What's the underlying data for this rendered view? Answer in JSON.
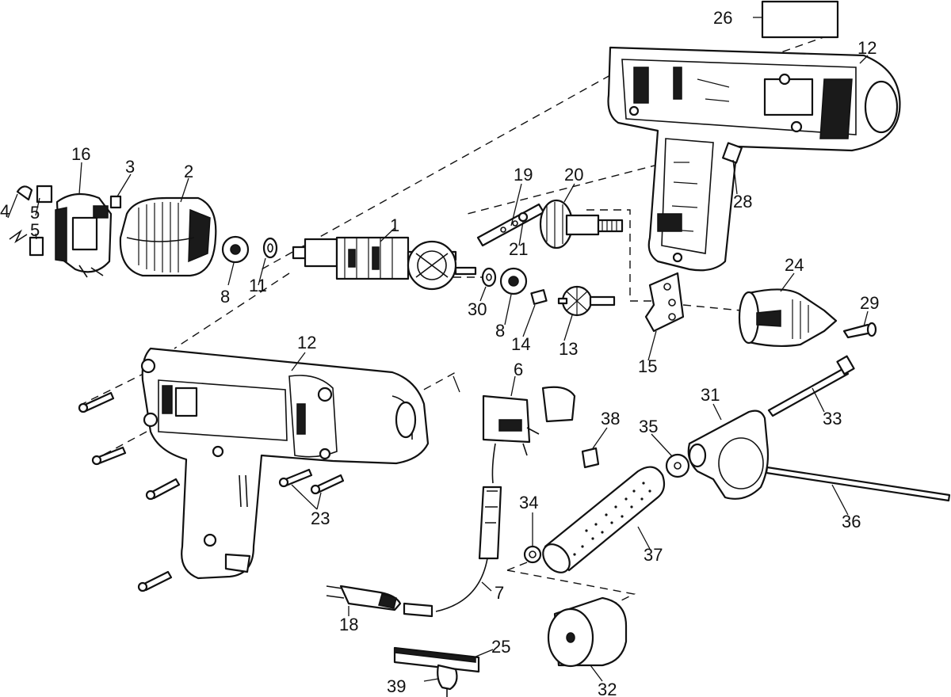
{
  "diagram": {
    "labels": [
      {
        "id": "p1",
        "text": "1"
      },
      {
        "id": "p2",
        "text": "2"
      },
      {
        "id": "p3",
        "text": "3"
      },
      {
        "id": "p4",
        "text": "4"
      },
      {
        "id": "p5a",
        "text": "5"
      },
      {
        "id": "p5b",
        "text": "5"
      },
      {
        "id": "p6",
        "text": "6"
      },
      {
        "id": "p7",
        "text": "7"
      },
      {
        "id": "p8a",
        "text": "8"
      },
      {
        "id": "p8b",
        "text": "8"
      },
      {
        "id": "p11",
        "text": "11"
      },
      {
        "id": "p12a",
        "text": "12"
      },
      {
        "id": "p12b",
        "text": "12"
      },
      {
        "id": "p13",
        "text": "13"
      },
      {
        "id": "p14",
        "text": "14"
      },
      {
        "id": "p15",
        "text": "15"
      },
      {
        "id": "p16",
        "text": "16"
      },
      {
        "id": "p18",
        "text": "18"
      },
      {
        "id": "p19",
        "text": "19"
      },
      {
        "id": "p20",
        "text": "20"
      },
      {
        "id": "p21",
        "text": "21"
      },
      {
        "id": "p23",
        "text": "23"
      },
      {
        "id": "p24",
        "text": "24"
      },
      {
        "id": "p25",
        "text": "25"
      },
      {
        "id": "p26",
        "text": "26"
      },
      {
        "id": "p28",
        "text": "28"
      },
      {
        "id": "p29",
        "text": "29"
      },
      {
        "id": "p30",
        "text": "30"
      },
      {
        "id": "p31",
        "text": "31"
      },
      {
        "id": "p32",
        "text": "32"
      },
      {
        "id": "p33",
        "text": "33"
      },
      {
        "id": "p34",
        "text": "34"
      },
      {
        "id": "p35",
        "text": "35"
      },
      {
        "id": "p36",
        "text": "36"
      },
      {
        "id": "p37",
        "text": "37"
      },
      {
        "id": "p38",
        "text": "38"
      },
      {
        "id": "p39",
        "text": "39"
      }
    ]
  }
}
